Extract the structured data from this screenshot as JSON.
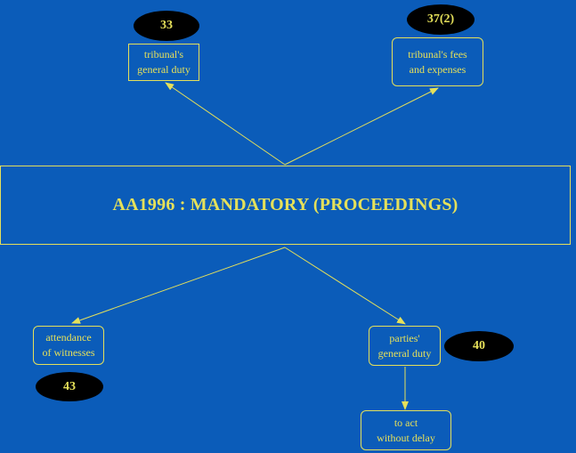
{
  "colors": {
    "background": "#0b5cb9",
    "accent": "#e5e05a",
    "badge": "#000000"
  },
  "title": "AA1996 : MANDATORY (PROCEEDINGS)",
  "nodes": {
    "general_duty_tribunal": {
      "line1": "tribunal's",
      "line2": "general duty",
      "badge": "33"
    },
    "fees_expenses": {
      "line1": "tribunal's fees",
      "line2": "and expenses",
      "badge": "37(2)"
    },
    "witnesses": {
      "line1": "attendance",
      "line2": "of witnesses",
      "badge": "43"
    },
    "parties_duty": {
      "line1": "parties'",
      "line2": "general duty",
      "badge": "40"
    },
    "act_without_delay": {
      "line1": "to act",
      "line2": "without delay"
    }
  }
}
